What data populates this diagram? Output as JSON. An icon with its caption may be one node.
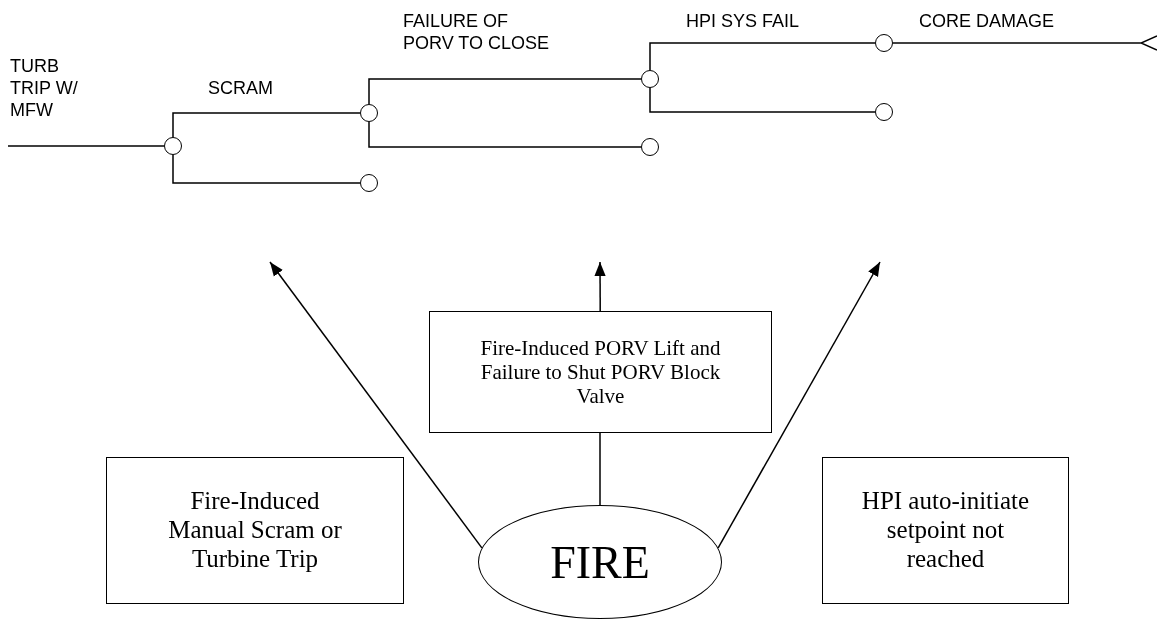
{
  "diagram": {
    "nodes": [
      {
        "text": [],
        "shape": "circle"
      },
      {
        "text": [],
        "shape": "circle"
      },
      {
        "text": [],
        "shape": "circle"
      },
      {
        "text": [],
        "shape": "circle"
      },
      {
        "text": [],
        "shape": "circle"
      },
      {
        "text": [],
        "shape": "circle"
      },
      {
        "text": [],
        "shape": "circle"
      },
      {
        "text": [
          "Fire-Induced PORV Lift and Failure to Shut PORV Block Valve"
        ]
      },
      {
        "text": [
          "Fire-Induced Manual Scram or Turbine Trip"
        ]
      },
      {
        "text": [
          "FIRE"
        ]
      },
      {
        "text": [
          "HPI auto-initiate setpoint not reached"
        ]
      }
    ],
    "edges": [
      {
        "from": null,
        "to": 0,
        "arrow": "none"
      },
      {
        "from": 0,
        "to": 1,
        "arrow": "none"
      },
      {
        "from": 0,
        "to": 2,
        "arrow": "none"
      },
      {
        "from": 1,
        "to": 3,
        "arrow": "none"
      },
      {
        "from": 1,
        "to": 4,
        "arrow": "none"
      },
      {
        "from": 3,
        "to": 5,
        "arrow": "none"
      },
      {
        "from": 3,
        "to": 6,
        "arrow": "none"
      },
      {
        "from": 5,
        "to": null,
        "arrow": "other"
      },
      {
        "from": 9,
        "to": null,
        "arrow": "to"
      },
      {
        "from": 9,
        "to": 7,
        "arrow": "none"
      },
      {
        "from": 7,
        "to": null,
        "arrow": "to"
      },
      {
        "from": 9,
        "to": null,
        "arrow": "to"
      }
    ],
    "labels": [
      "TURB TRIP W/ MFW",
      "SCRAM",
      "FAILURE OF PORV TO CLOSE",
      "HPI SYS FAIL",
      "CORE DAMAGE"
    ]
  }
}
